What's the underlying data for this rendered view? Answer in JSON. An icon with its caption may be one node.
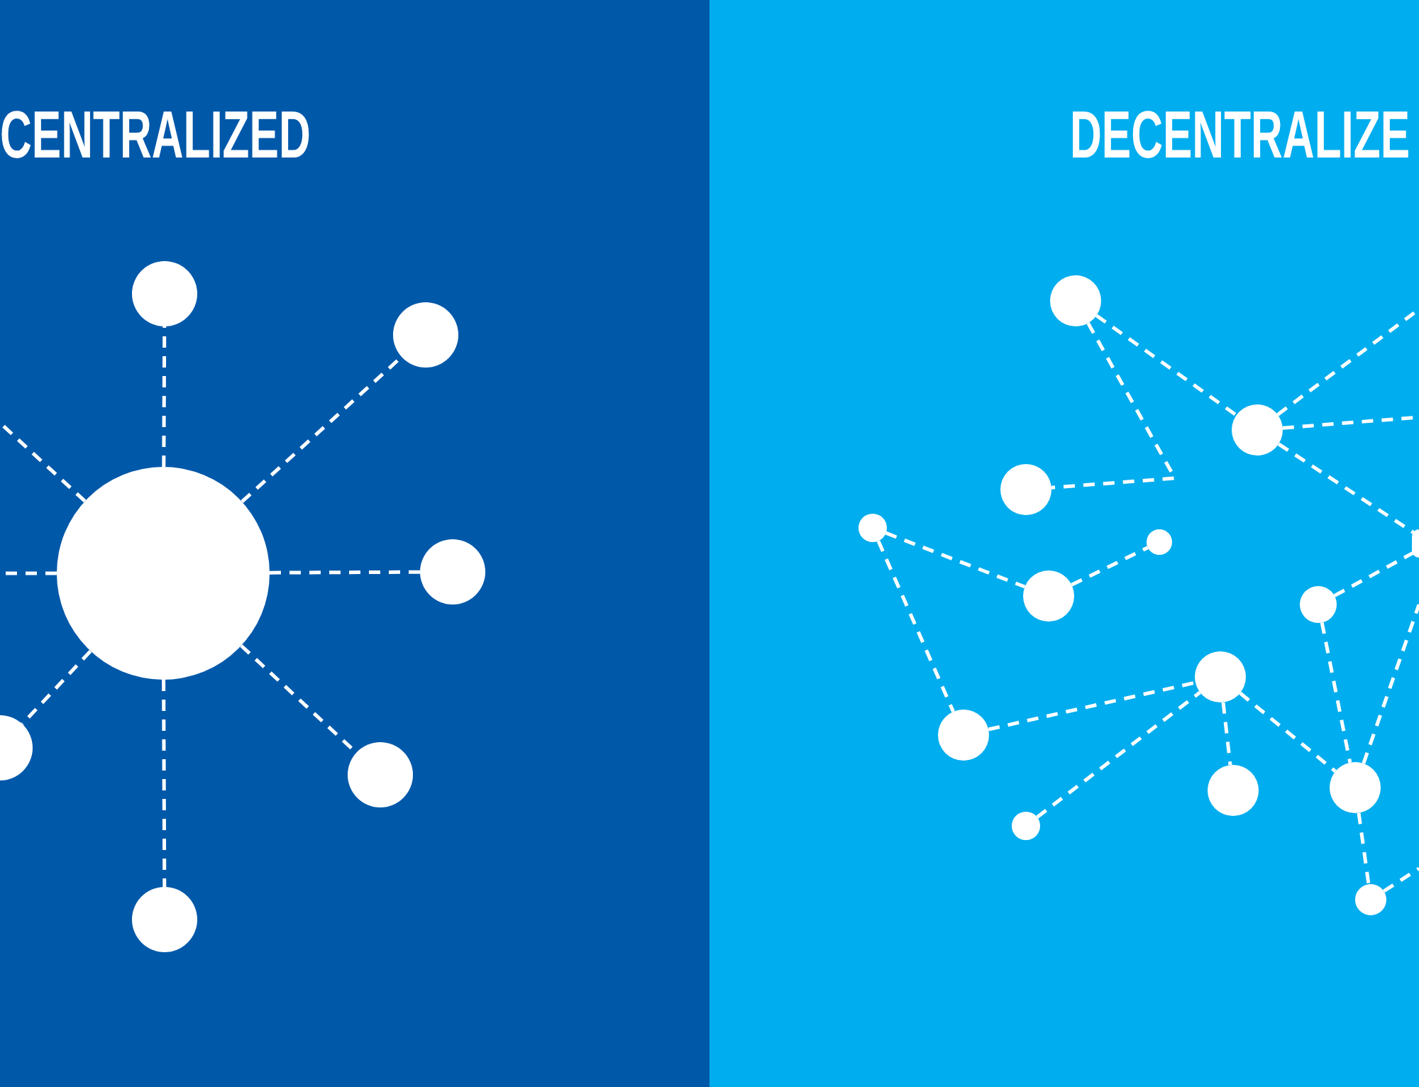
{
  "diagram": {
    "nodes": [
      {
        "text": [
          "CENTRALIZED"
        ]
      },
      {
        "text": [],
        "shape": "circle",
        "in": 0
      },
      {
        "text": [],
        "shape": "circle",
        "in": 0
      },
      {
        "text": [],
        "shape": "circle",
        "in": 0
      },
      {
        "text": [],
        "shape": "circle",
        "in": 0
      },
      {
        "text": [],
        "shape": "circle",
        "in": 0
      },
      {
        "text": [],
        "shape": "circle",
        "in": 0
      },
      {
        "text": [],
        "shape": "circle",
        "in": 0
      },
      {
        "text": [
          "DECENTRALIZE"
        ]
      },
      {
        "text": [],
        "shape": "circle",
        "in": 8
      },
      {
        "text": [],
        "shape": "circle",
        "in": 8
      },
      {
        "text": [],
        "shape": "circle",
        "in": 8
      },
      {
        "text": [],
        "shape": "circle",
        "in": 8
      },
      {
        "text": [],
        "shape": "circle",
        "in": 8
      },
      {
        "text": [],
        "shape": "circle",
        "in": 8
      },
      {
        "text": [],
        "shape": "circle",
        "in": 8
      },
      {
        "text": [],
        "shape": "circle",
        "in": 8
      },
      {
        "text": [],
        "shape": "circle",
        "in": 8
      },
      {
        "text": [],
        "shape": "circle",
        "in": 8
      },
      {
        "text": [],
        "shape": "circle",
        "in": 8
      },
      {
        "text": [],
        "shape": "circle",
        "in": 8
      },
      {
        "text": [],
        "shape": "circle",
        "in": 8
      },
      {
        "text": [],
        "shape": "circle",
        "in": 8
      }
    ],
    "edges": [
      {
        "from": 1,
        "to": 2,
        "arrow": "none"
      },
      {
        "from": 1,
        "to": 3,
        "arrow": "none"
      },
      {
        "from": 1,
        "to": 4,
        "arrow": "none"
      },
      {
        "from": 1,
        "to": 6,
        "arrow": "none"
      },
      {
        "from": 1,
        "to": 7,
        "arrow": "none"
      },
      {
        "from": 1,
        "to": 5,
        "arrow": "none"
      },
      {
        "from": 1,
        "to": null,
        "arrow": "none"
      },
      {
        "from": 1,
        "to": null,
        "arrow": "none"
      },
      {
        "from": 9,
        "to": 10,
        "arrow": "none"
      },
      {
        "from": 9,
        "to": 11,
        "arrow": "none"
      },
      {
        "from": 10,
        "to": null,
        "arrow": "none"
      },
      {
        "from": 10,
        "to": null,
        "arrow": "none"
      },
      {
        "from": 10,
        "to": 14,
        "arrow": "none"
      },
      {
        "from": 12,
        "to": 15,
        "arrow": "none"
      },
      {
        "from": 12,
        "to": 18,
        "arrow": "none"
      },
      {
        "from": 15,
        "to": 13,
        "arrow": "none"
      },
      {
        "from": 16,
        "to": 14,
        "arrow": "none"
      },
      {
        "from": 16,
        "to": 19,
        "arrow": "none"
      },
      {
        "from": 19,
        "to": null,
        "arrow": "none"
      },
      {
        "from": 18,
        "to": 17,
        "arrow": "none"
      },
      {
        "from": 21,
        "to": 17,
        "arrow": "none"
      },
      {
        "from": 17,
        "to": 20,
        "arrow": "none"
      },
      {
        "from": 17,
        "to": 19,
        "arrow": "none"
      },
      {
        "from": 19,
        "to": 22,
        "arrow": "none"
      },
      {
        "from": 22,
        "to": null,
        "arrow": "none"
      }
    ]
  }
}
